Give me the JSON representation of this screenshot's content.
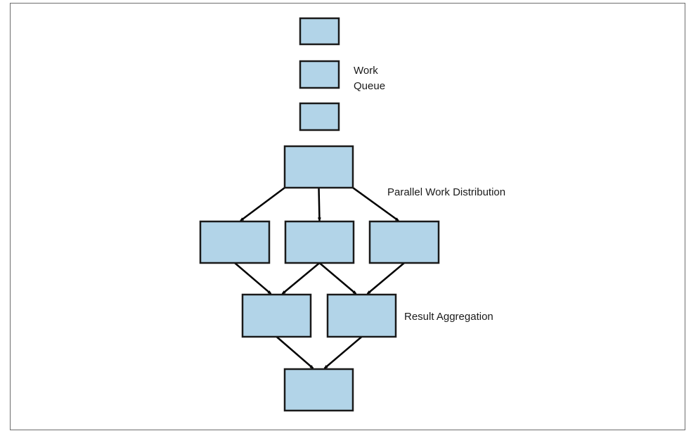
{
  "colors": {
    "box_fill": "#b2d4e8",
    "box_stroke": "#1a1a1a",
    "edge": "#000000",
    "border": "#6d6d6d"
  },
  "labels": {
    "work_queue_line1": "Work",
    "work_queue_line2": "Queue",
    "parallel_distribution": "Parallel Work Distribution",
    "result_aggregation": "Result Aggregation"
  },
  "diagram": {
    "nodes": [
      {
        "id": "queue-item-1",
        "role": "work-queue"
      },
      {
        "id": "queue-item-2",
        "role": "work-queue"
      },
      {
        "id": "queue-item-3",
        "role": "work-queue"
      },
      {
        "id": "dispatcher",
        "role": "distribution"
      },
      {
        "id": "worker-1",
        "role": "worker"
      },
      {
        "id": "worker-2",
        "role": "worker"
      },
      {
        "id": "worker-3",
        "role": "worker"
      },
      {
        "id": "aggregator-1",
        "role": "aggregation"
      },
      {
        "id": "aggregator-2",
        "role": "aggregation"
      },
      {
        "id": "final-result",
        "role": "result"
      }
    ],
    "edges": [
      {
        "from": "dispatcher",
        "to": "worker-1"
      },
      {
        "from": "dispatcher",
        "to": "worker-2"
      },
      {
        "from": "dispatcher",
        "to": "worker-3"
      },
      {
        "from": "worker-1",
        "to": "aggregator-1"
      },
      {
        "from": "worker-2",
        "to": "aggregator-1"
      },
      {
        "from": "worker-2",
        "to": "aggregator-2"
      },
      {
        "from": "worker-3",
        "to": "aggregator-2"
      },
      {
        "from": "aggregator-1",
        "to": "final-result"
      },
      {
        "from": "aggregator-2",
        "to": "final-result"
      }
    ]
  }
}
